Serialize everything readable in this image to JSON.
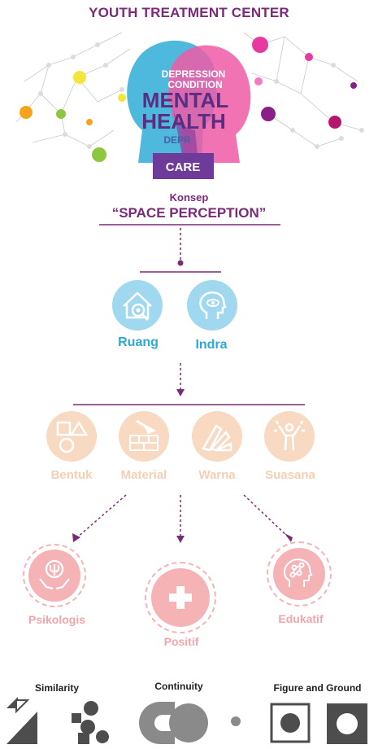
{
  "header": {
    "title": "YOUTH TREATMENT CENTER"
  },
  "hero": {
    "words": [
      "DEPRESSION",
      "CONDITION",
      "MENTAL",
      "HEALTH",
      "DEPR",
      "CARE"
    ]
  },
  "concept": {
    "prefix": "Konsep",
    "title": "“SPACE PERCEPTION”"
  },
  "level1": [
    {
      "label": "Ruang",
      "icon": "house-eye-icon",
      "color": "#9fd8ef"
    },
    {
      "label": "Indra",
      "icon": "head-eye-icon",
      "color": "#9fd8ef"
    }
  ],
  "level2": [
    {
      "label": "Bentuk",
      "icon": "shapes-icon",
      "color": "#f8d9c2"
    },
    {
      "label": "Material",
      "icon": "trowel-brick-icon",
      "color": "#f8d9c2"
    },
    {
      "label": "Warna",
      "icon": "color-swatch-icon",
      "color": "#f8d9c2"
    },
    {
      "label": "Suasana",
      "icon": "joyful-person-icon",
      "color": "#f8d9c2"
    }
  ],
  "level3": [
    {
      "label": "Psikologis",
      "icon": "psychology-hands-icon",
      "color": "#f5b3b6"
    },
    {
      "label": "Positif",
      "icon": "plus-icon",
      "color": "#f5b3b6"
    },
    {
      "label": "Edukatif",
      "icon": "brain-network-icon",
      "color": "#f5b3b6"
    }
  ],
  "gestalt": [
    {
      "label": "Similarity",
      "icon": "similarity-shapes-icon"
    },
    {
      "label": "Continuity",
      "icon": "continuity-shapes-icon"
    },
    {
      "label": "Figure and Ground",
      "icon": "figure-ground-icon"
    }
  ],
  "colors": {
    "purple": "#7b2a78",
    "blue": "#2ca9d2",
    "peach": "#f8d9c2",
    "pink": "#f5b3b6"
  }
}
